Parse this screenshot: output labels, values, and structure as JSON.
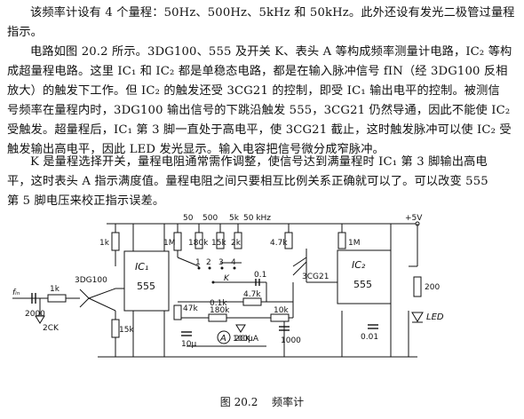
{
  "text": {
    "para1": [
      "该频率计设有 4 个量程：50Hz、500Hz、5kHz 和 50kHz。此外还设有发光二极管过量程",
      "指示。"
    ],
    "para2": [
      "电路如图 20.2 所示。3DG100、555 及开关 K、表头 A 等构成频率测量计电路，IC₂ 等构",
      "成超量程电路。这里 IC₁ 和 IC₂ 都是单稳态电路，都是在输入脉冲信号 fIN（经 3DG100 反相",
      "放大）的触发下工作。但 IC₂ 的触发还受 3CG21 的控制，即受 IC₁ 输出电平的控制。被测信",
      "号频率在量程内时，3DG100 输出信号的下跳沿触发 555，3CG21 仍然导通，因此不能使 IC₂",
      "受触发。超量程后，IC₁ 第 3 脚一直处于高电平，使 3CG21 截止，这时触发脉冲可以使 IC₂ 受",
      "触发输出高电平，因此 LED 发光显示。输入电容把信号微分成窄脉冲。"
    ],
    "para3": [
      "K 是量程选择开关，量程电阻通常需作调整，使信号达到满量程时 IC₁ 第 3 脚输出高电",
      "平，这时表头 A 指示满度值。量程电阻之间只要相互比例关系正确就可以了。可以改变 555",
      "第 5 脚电压来校正指示误差。"
    ]
  },
  "figure": {
    "range_labels": [
      "50",
      "500",
      "5k",
      "50 kHz"
    ],
    "supply_label": "+5V",
    "resistor_labels": {
      "r_1k_left": "1k",
      "r_1m_a": "1M",
      "r_180k": "180k",
      "r_15k": "15k",
      "r_2k_base": "2k",
      "r_47k_top": "4.7k",
      "r_1m_b": "1M",
      "r_200": "200",
      "r_47k_mid": "4.7k",
      "r_47k_low": "47k",
      "r_180k_low": "180k",
      "r_10k": "10k",
      "r_01k": "0.1k",
      "r_1k_in": "1k",
      "r_15k_b": "15k"
    },
    "capacitor_labels": {
      "c_01": "0.1",
      "c_2000": "2000",
      "c_10u": "10μ",
      "c_1000": "1000",
      "c_01_right": "0.01"
    },
    "component_labels": {
      "transistor_in": "3DG100",
      "transistor_ctrl": "3CG21",
      "diode_in": "2CK",
      "diode_mid": "2CK",
      "ic1_name": "IC₁",
      "ic1_type": "555",
      "ic2_name": "IC₂",
      "ic2_type": "555",
      "switch": "K",
      "meter": "A",
      "meter_range": "100μA",
      "led": "LED",
      "input": "fᵢₙ"
    },
    "switch_positions": [
      "1",
      "2",
      "3",
      "4"
    ]
  },
  "caption": {
    "number": "图 20.2",
    "title": "频率计"
  }
}
